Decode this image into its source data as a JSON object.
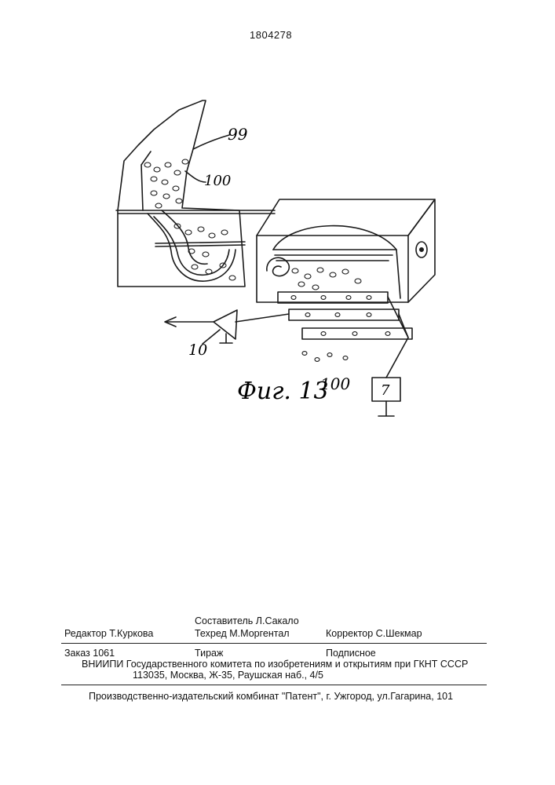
{
  "page": {
    "patent_number": "1804278"
  },
  "figure": {
    "caption": "Фиг. 13",
    "labels": {
      "l99": "99",
      "l100_top": "100",
      "l10": "10",
      "l100_bottom": "100",
      "l7": "7"
    }
  },
  "colophon": {
    "compiler": "Составитель  Л.Сакало",
    "editor": "Редактор  Т.Куркова",
    "techred": "Техред М.Моргентал",
    "corrector": "Корректор С.Шекмар",
    "order": "Заказ  1061",
    "circulation": "Тираж",
    "subscription": "Подписное",
    "vniipi": "ВНИИПИ Государственного комитета по изобретениям и открытиям при ГКНТ СССР",
    "address": "113035, Москва, Ж-35, Раушская наб., 4/5",
    "publisher": "Производственно-издательский комбинат \"Патент\", г. Ужгород, ул.Гагарина, 101"
  }
}
